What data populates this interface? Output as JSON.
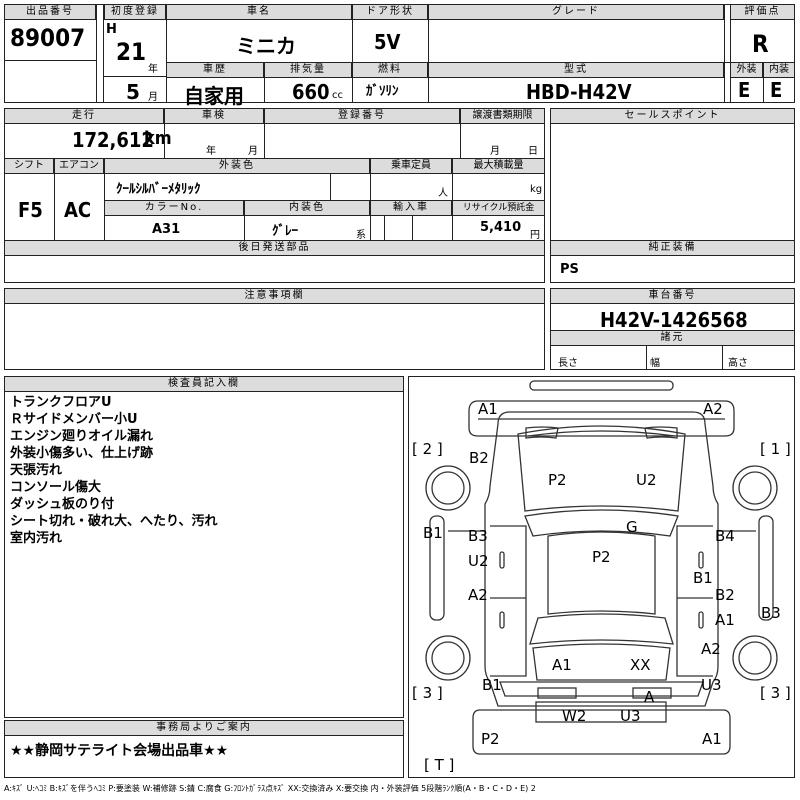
{
  "listing": {
    "label": "出品番号",
    "value": "89007"
  },
  "first_reg": {
    "label": "初度登録",
    "era": "H",
    "year": "21",
    "year_unit": "年",
    "month": "5",
    "month_unit": "月"
  },
  "car_name": {
    "label": "車名",
    "value": "ミニカ"
  },
  "door": {
    "label": "ドア形状",
    "value": "5V"
  },
  "grade": {
    "label": "グレード",
    "value": ""
  },
  "score": {
    "label": "評価点",
    "value": "R",
    "ext_label": "外装",
    "ext_value": "E",
    "int_label": "内装",
    "int_value": "E"
  },
  "history": {
    "label": "車歴",
    "value": "自家用"
  },
  "displacement": {
    "label": "排気量",
    "value": "660",
    "unit": "cc"
  },
  "fuel": {
    "label": "燃料",
    "value": "ｶﾞｿﾘﾝ"
  },
  "model_code": {
    "label": "型式",
    "value": "HBD-H42V"
  },
  "mileage": {
    "label": "走行",
    "value": "172,612",
    "unit": "km"
  },
  "inspection": {
    "label": "車検",
    "year_unit": "年",
    "month_unit": "月"
  },
  "reg_no": {
    "label": "登録番号",
    "value": ""
  },
  "transfer": {
    "label": "譲渡書類期限",
    "month_unit": "月",
    "day_unit": "日"
  },
  "sales_points": {
    "label": "セールスポイント"
  },
  "shift": {
    "label": "シフト",
    "value": "F5"
  },
  "aircon": {
    "label": "エアコン",
    "value": "AC"
  },
  "exterior_color": {
    "label": "外装色",
    "value": "ｸｰﾙｼﾙﾊﾞｰﾒﾀﾘｯｸ"
  },
  "capacity": {
    "label": "乗車定員",
    "unit": "人"
  },
  "max_load": {
    "label": "最大積載量",
    "unit": "kg"
  },
  "color_no": {
    "label": "カラーNo.",
    "value": "A31"
  },
  "interior_color": {
    "label": "内装色",
    "value": "ｸﾞﾚｰ",
    "suffix": "系"
  },
  "import": {
    "label": "輸入車"
  },
  "recycle": {
    "label": "リサイクル預託金",
    "value": "5,410",
    "unit": "円"
  },
  "later_parts": {
    "label": "後日発送部品"
  },
  "genuine": {
    "label": "純正装備",
    "value": "PS"
  },
  "caution": {
    "label": "注意事項欄"
  },
  "chassis": {
    "label": "車台番号",
    "value": "H42V-1426568"
  },
  "specs": {
    "label": "諸元",
    "length": "長さ",
    "width": "幅",
    "height": "高さ"
  },
  "inspector": {
    "label": "検査員記入欄",
    "notes": [
      "トランクフロアU",
      "Ｒサイドメンバー小U",
      "エンジン廻りオイル漏れ",
      "外装小傷多い、仕上げ跡",
      "天張汚れ",
      "コンソール傷大",
      "ダッシュ板のり付",
      "シート切れ・破れ大、へたり、汚れ",
      "室内汚れ"
    ]
  },
  "office": {
    "label": "事務局よりご案内",
    "value": "★★静岡サテライト会場出品車★★"
  },
  "diagram": {
    "markers": {
      "left": "[ 2 ]",
      "right": "[ 1 ]",
      "bottom_left": "[ 3 ]",
      "bottom_right": "[ 3 ]",
      "bottom": "[ T ]"
    },
    "labels": {
      "a1_top": "A1",
      "a2_top": "A2",
      "b2_left": "B2",
      "p2_hood": "P2",
      "u2_hood": "U2",
      "g": "G",
      "b1_left": "B1",
      "b3_left": "B3",
      "u2_left": "U2",
      "p2_roof": "P2",
      "b4_right": "B4",
      "b1_right": "B1",
      "b2_right": "B2",
      "a2_left": "A2",
      "a1_right": "A1",
      "b3_right": "B3",
      "a1_rear": "A1",
      "xx": "XX",
      "a2_right": "A2",
      "b1_rear": "B1",
      "u3_right": "U3",
      "a_rear": "A",
      "w2": "W2",
      "u3_rear": "U3",
      "p2_bottom": "P2",
      "a1_bottom": "A1"
    }
  },
  "legend": "A:ｷｽﾞ U:ﾍｺﾐ B:ｷｽﾞを伴うﾍｺﾐ P:要塗装 W:補修跡 S:錆 C:腐食 G:ﾌﾛﾝﾄｶﾞﾗｽ点ｷｽﾞ XX:交換済み X:要交換 内・外装評価 5段階ﾗﾝｸ順(A・B・C・D・E) 2"
}
